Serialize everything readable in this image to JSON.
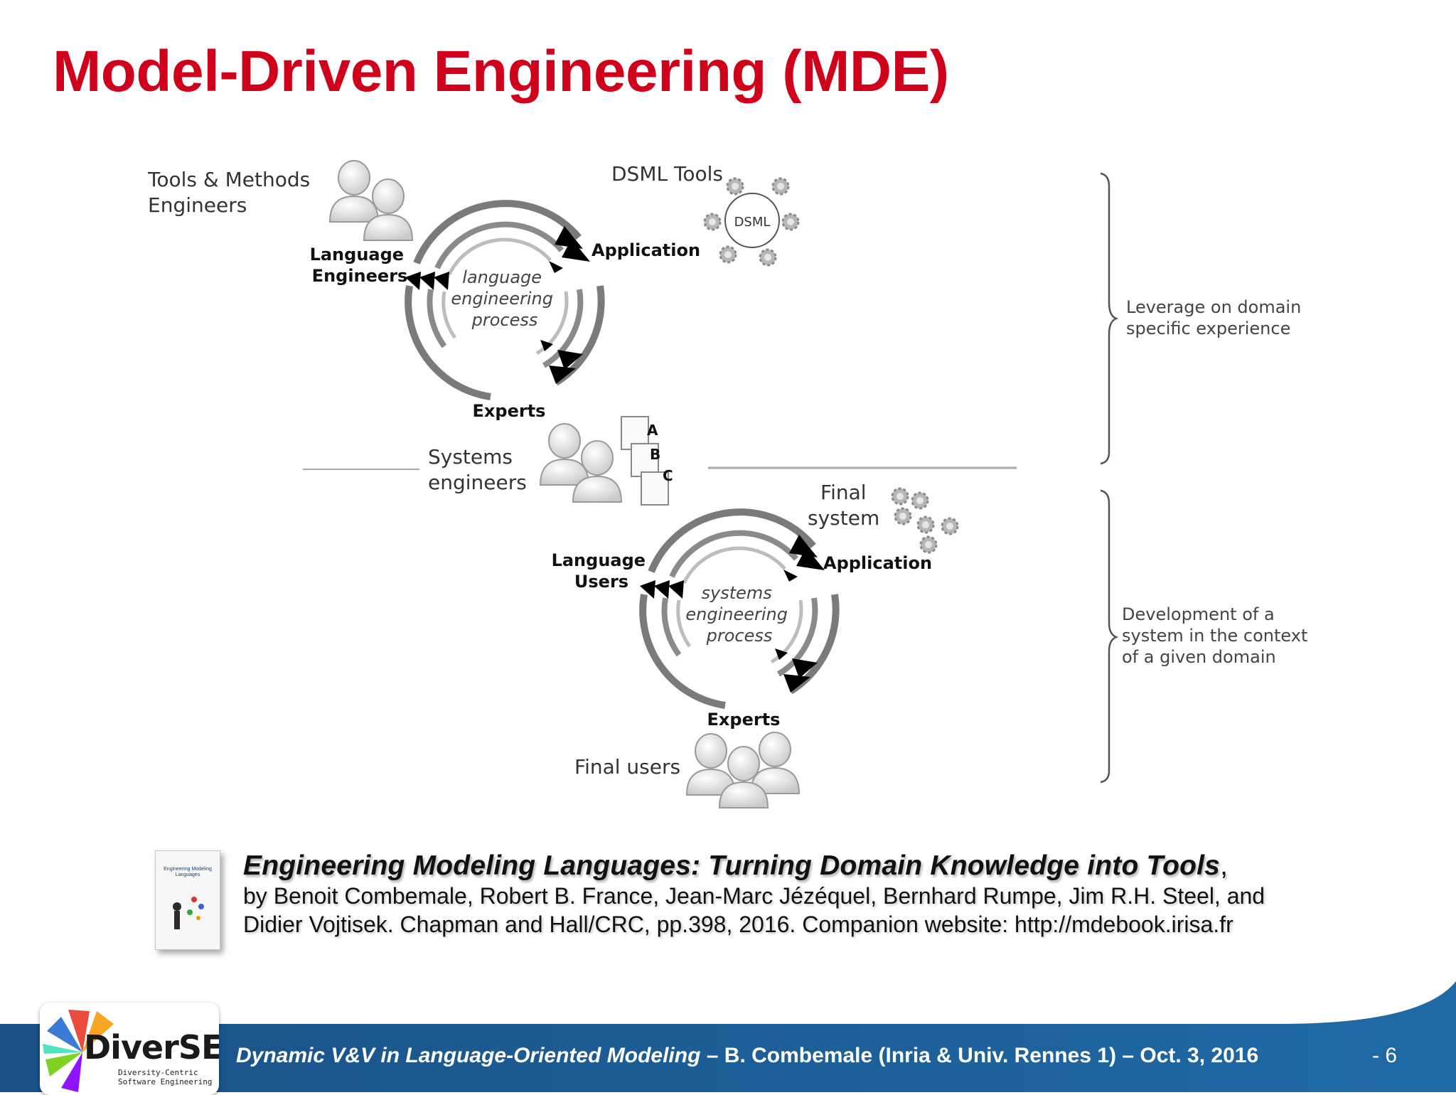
{
  "slide": {
    "title": "Model-Driven Engineering (MDE)"
  },
  "diagram": {
    "top": {
      "tools_methods_engineers": [
        "Tools & Methods",
        "Engineers"
      ],
      "dsml_tools": "DSML Tools",
      "dsml_badge": "DSML",
      "language_engineers": [
        "Language",
        "Engineers"
      ],
      "application": "Application",
      "experts": "Experts",
      "process": [
        "language",
        "engineering",
        "process"
      ]
    },
    "systems_engineers": [
      "Systems",
      "engineers"
    ],
    "documents": [
      "A",
      "B",
      "C"
    ],
    "bottom": {
      "final_system": [
        "Final",
        "system"
      ],
      "language_users": [
        "Language",
        "Users"
      ],
      "application": "Application",
      "experts": "Experts",
      "process": [
        "systems",
        "engineering",
        "process"
      ],
      "final_users": "Final users"
    },
    "brace_top": [
      "Leverage on domain",
      "specific experience"
    ],
    "brace_bottom": [
      "Development of a",
      "system in the context",
      "of a given domain"
    ]
  },
  "reference": {
    "title": "Engineering Modeling Languages: Turning Domain Knowledge into Tools",
    "title_suffix": ",",
    "line1": "by Benoit Combemale, Robert B. France, Jean-Marc Jézéquel, Bernhard Rumpe, Jim R.H. Steel, and",
    "line2": "Didier Vojtisek. Chapman and Hall/CRC, pp.398, 2016. Companion website: http://mdebook.irisa.fr",
    "cover_text": "Engineering Modeling Languages"
  },
  "footer": {
    "talk_title": "Dynamic V&V in Language-Oriented Modeling",
    "rest": " – B. Combemale (Inria & Univ. Rennes 1) – Oct. 3, 2016",
    "page": "- 6"
  },
  "logo": {
    "name": "DiverSE",
    "sub": [
      "Diversity-Centric",
      "Software Engineering"
    ]
  },
  "colors": {
    "title_red": "#d0021b",
    "footer_blue": "#1d5a8f",
    "cycle_gray": "#8a8a8a"
  }
}
